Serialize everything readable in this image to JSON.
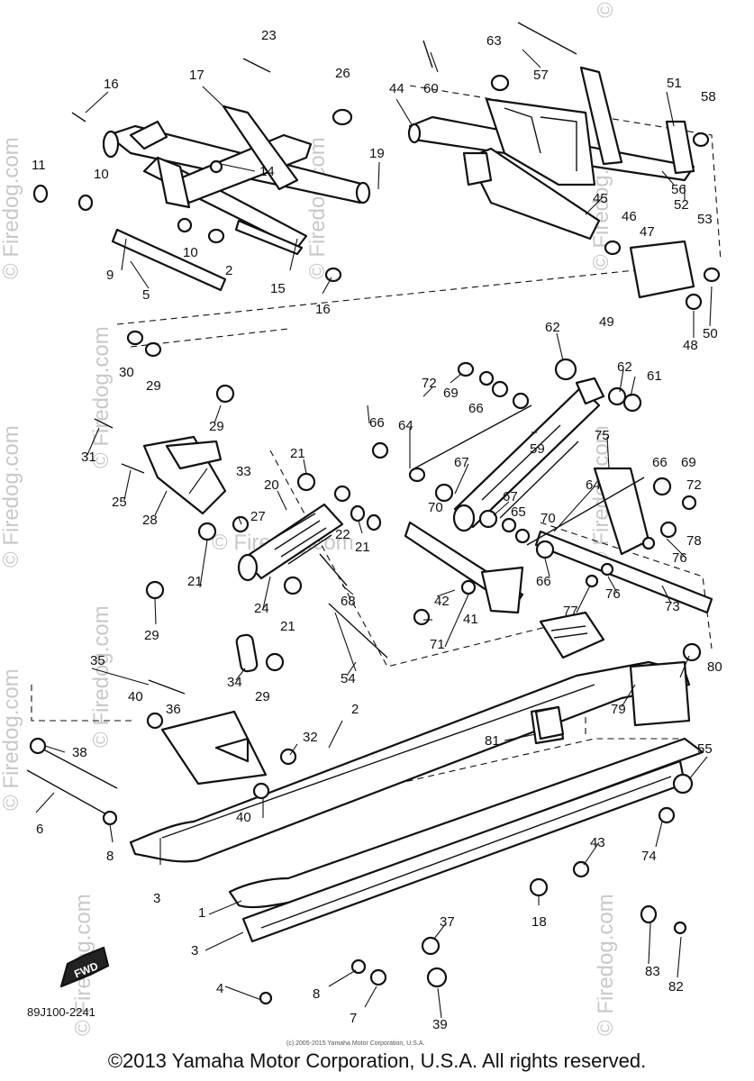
{
  "diagram_code": "89J100-2241",
  "fwd_label": "FWD",
  "watermark": "© Firedog.com",
  "small_copyright": "(c) 2005-2015 Yamaha Motor Corporation, U.S.A.",
  "copyright": "©2013 Yamaha Motor Corporation, U.S.A. All rights reserved.",
  "callouts": [
    "1",
    "2",
    "3",
    "4",
    "5",
    "6",
    "7",
    "8",
    "9",
    "10",
    "11",
    "14",
    "15",
    "16",
    "17",
    "18",
    "19",
    "20",
    "21",
    "22",
    "23",
    "24",
    "25",
    "26",
    "27",
    "28",
    "29",
    "30",
    "31",
    "32",
    "33",
    "34",
    "35",
    "36",
    "37",
    "38",
    "39",
    "40",
    "41",
    "42",
    "43",
    "44",
    "45",
    "46",
    "47",
    "48",
    "49",
    "50",
    "51",
    "52",
    "53",
    "54",
    "55",
    "56",
    "57",
    "58",
    "59",
    "60",
    "61",
    "62",
    "63",
    "64",
    "65",
    "66",
    "67",
    "68",
    "69",
    "70",
    "71",
    "72",
    "73",
    "74",
    "75",
    "76",
    "77",
    "78",
    "79",
    "80",
    "81",
    "82",
    "83"
  ]
}
